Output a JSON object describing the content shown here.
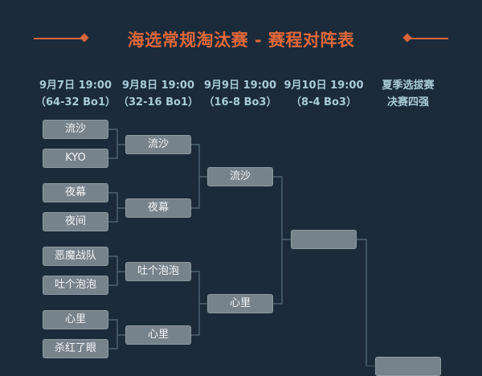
{
  "title": "海选常规淘汰赛 - 赛程对阵表",
  "colors": {
    "accent": "#e2683a",
    "background": "#1b2b3a",
    "box": "#77838c",
    "line": "#4d6272",
    "header": "#a9cbd8"
  },
  "rounds": [
    {
      "date": "9月7日 19:00",
      "format": "（64-32 Bo1）"
    },
    {
      "date": "9月8日 19:00",
      "format": "（32-16 Bo1）"
    },
    {
      "date": "9月9日 19:00",
      "format": "（16-8 Bo3）"
    },
    {
      "date": "9月10日 19:00",
      "format": "（8-4 Bo3）"
    },
    {
      "date": "夏季选拔赛",
      "format": "决赛四强"
    }
  ],
  "bracket": {
    "round1": [
      "流沙",
      "KYO",
      "夜幕",
      "夜间",
      "恶魔战队",
      "吐个泡泡",
      "心里",
      "杀红了眼"
    ],
    "round2": [
      "流沙",
      "夜幕",
      "吐个泡泡",
      "心里"
    ],
    "round3": [
      "流沙",
      "心里"
    ],
    "round4": [
      ""
    ],
    "round5": [
      ""
    ]
  }
}
